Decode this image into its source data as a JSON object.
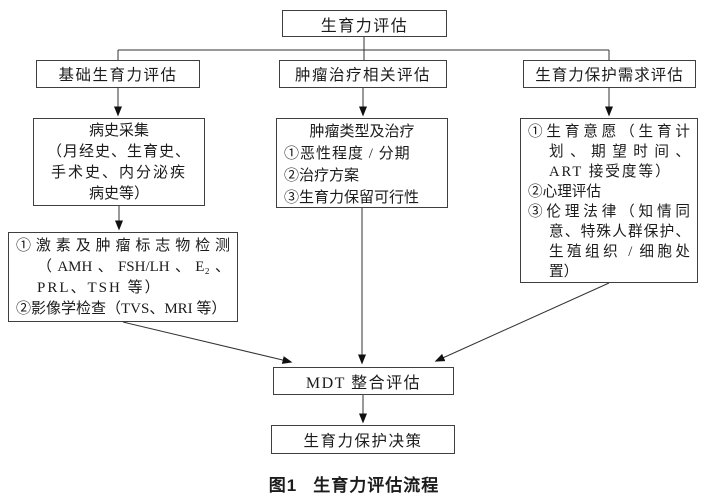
{
  "figure": {
    "nodes": {
      "root": {
        "label": "生育力评估"
      },
      "basic": {
        "label": "基础生育力评估"
      },
      "tumor": {
        "label": "肿瘤治疗相关评估"
      },
      "need": {
        "label": "生育力保护需求评估"
      },
      "history": {
        "lines": [
          "病史采集",
          "（月经史、生育史、",
          "手术史、内分泌疾",
          "病史等）"
        ]
      },
      "tumor_detail": {
        "lines": [
          "肿瘤类型及治疗",
          "①恶性程度 / 分期",
          "②治疗方案",
          "③生育力保留可行性"
        ]
      },
      "need_detail": {
        "lines": [
          "①生育意愿（生育计",
          "划、期望时间、",
          "ART 接受度等）",
          "②心理评估",
          "③伦理法律（知情同",
          "意、特殊人群保护、",
          "生殖组织 / 细胞处",
          "置）"
        ]
      },
      "lab": {
        "lines": [
          "①激素及肿瘤标志物检测",
          "（AMH、FSH/LH、E₂、",
          "PRL、TSH 等）",
          "②影像学检查（TVS、MRI 等）"
        ]
      },
      "mdt": {
        "label": "MDT 整合评估"
      },
      "decision": {
        "label": "生育力保护决策"
      }
    },
    "caption": {
      "figure_no": "图1",
      "title": "生育力评估流程"
    },
    "colors": {
      "background": "#ffffff",
      "box_border": "#3f3f3f",
      "connector_line": "#333333",
      "arrowhead": "#111111",
      "text": "#1b1b1b"
    }
  }
}
